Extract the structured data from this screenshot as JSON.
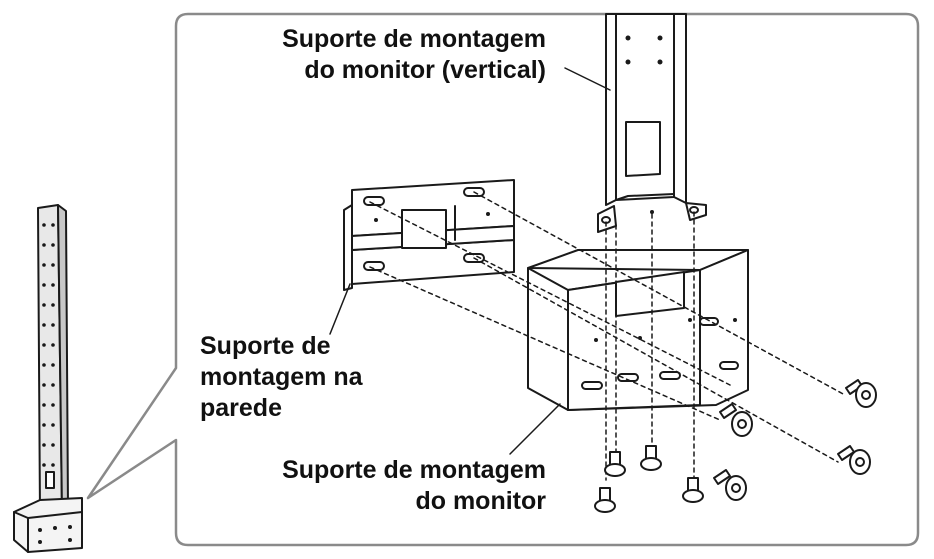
{
  "labels": {
    "vertical_bracket": [
      "Suporte de montagem",
      "do monitor (vertical)"
    ],
    "wall_bracket": [
      "Suporte de",
      "montagem na",
      "parede"
    ],
    "monitor_bracket": [
      "Suporte de montagem",
      "do monitor"
    ]
  },
  "colors": {
    "line": "#1a1a1a",
    "fill": "#ffffff",
    "shade": "#bdbdbd"
  }
}
